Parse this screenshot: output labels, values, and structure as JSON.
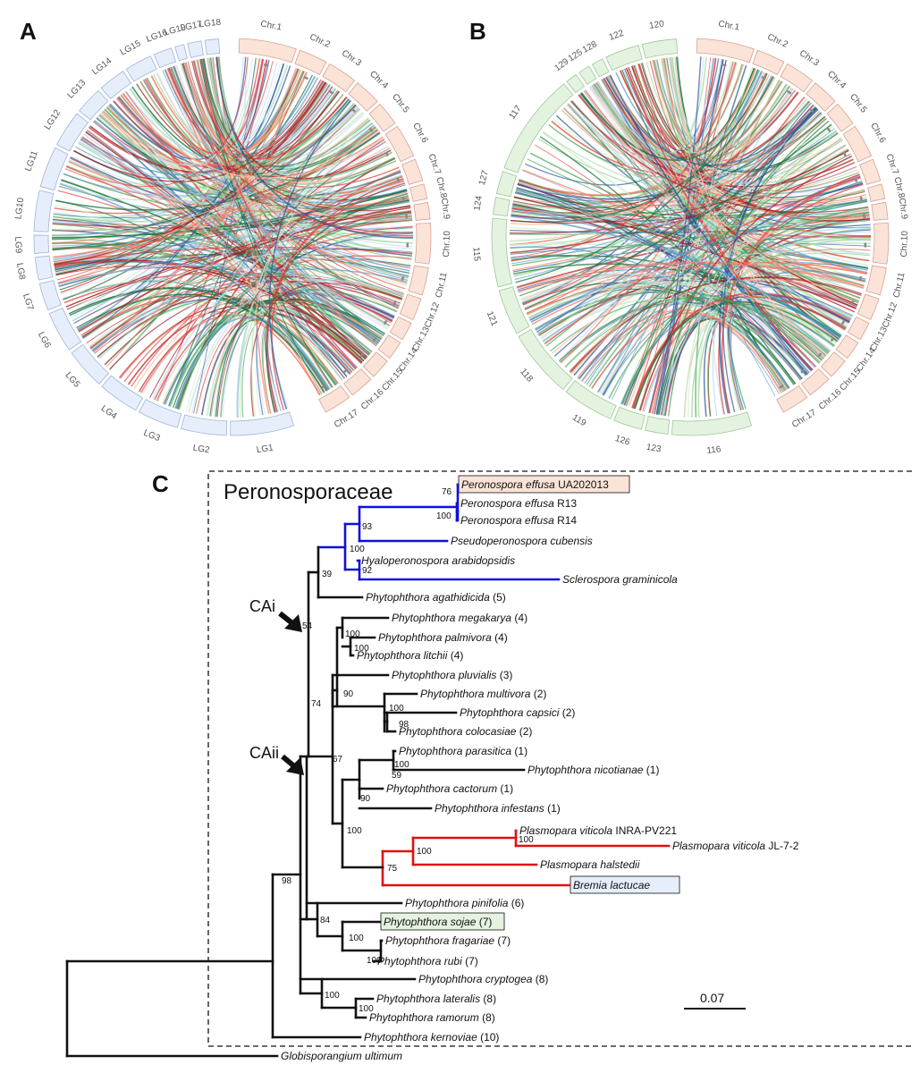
{
  "panels": {
    "a": {
      "letter": "A",
      "chr_labels": [
        "Chr.1",
        "Chr.2",
        "Chr.3",
        "Chr.4",
        "Chr.5",
        "Chr.6",
        "Chr.7",
        "Chr.8",
        "Chr.9",
        "Chr.10",
        "Chr.11",
        "Chr.12",
        "Chr.13",
        "Chr.14",
        "Chr.15",
        "Chr.16",
        "Chr.17"
      ],
      "partner_labels": [
        "LG1",
        "LG2",
        "LG3",
        "LG4",
        "LG5",
        "LG6",
        "LG7",
        "LG8",
        "LG9",
        "LG10",
        "LG11",
        "LG12",
        "LG13",
        "LG14",
        "LG15",
        "LG16",
        "LG19",
        "LG17",
        "LG18"
      ]
    },
    "b": {
      "letter": "B",
      "chr_labels": [
        "Chr.1",
        "Chr.2",
        "Chr.3",
        "Chr.4",
        "Chr.5",
        "Chr.6",
        "Chr.7",
        "Chr.8",
        "Chr.9",
        "Chr.10",
        "Chr.11",
        "Chr.12",
        "Chr.13",
        "Chr.14",
        "Chr.15",
        "Chr.16",
        "Chr.17"
      ],
      "partner_labels": [
        "116",
        "123",
        "126",
        "119",
        "118",
        "121",
        "115",
        "124",
        "127",
        "117",
        "129",
        "125",
        "128",
        "122",
        "120"
      ]
    },
    "c": {
      "letter": "C",
      "family": "Peronosporaceae",
      "clade_i": "CAi",
      "clade_ii": "CAii",
      "scale": "0.07",
      "taxa": [
        {
          "name": "Peronospora effusa",
          "suffix": " UA202013"
        },
        {
          "name": "Peronospora effusa",
          "suffix": " R13"
        },
        {
          "name": "Peronospora effusa",
          "suffix": " R14"
        },
        {
          "name": "Pseudoperonospora cubensis",
          "suffix": ""
        },
        {
          "name": "Hyaloperonospora arabidopsidis",
          "suffix": ""
        },
        {
          "name": "Sclerospora graminicola",
          "suffix": ""
        },
        {
          "name": "Phytophthora agathidicida",
          "suffix": " (5)"
        },
        {
          "name": "Phytophthora megakarya",
          "suffix": " (4)"
        },
        {
          "name": "Phytophthora palmivora",
          "suffix": " (4)"
        },
        {
          "name": "Phytophthora litchii",
          "suffix": " (4)"
        },
        {
          "name": "Phytophthora pluvialis",
          "suffix": " (3)"
        },
        {
          "name": "Phytophthora multivora",
          "suffix": " (2)"
        },
        {
          "name": "Phytophthora capsici",
          "suffix": " (2)"
        },
        {
          "name": "Phytophthora colocasiae",
          "suffix": " (2)"
        },
        {
          "name": "Phytophthora parasitica",
          "suffix": " (1)"
        },
        {
          "name": "Phytophthora nicotianae",
          "suffix": " (1)"
        },
        {
          "name": "Phytophthora cactorum",
          "suffix": " (1)"
        },
        {
          "name": "Phytophthora infestans",
          "suffix": " (1)"
        },
        {
          "name": "Plasmopara viticola",
          "suffix": " INRA-PV221"
        },
        {
          "name": "Plasmopara viticola",
          "suffix": " JL-7-2"
        },
        {
          "name": "Plasmopara halstedii",
          "suffix": ""
        },
        {
          "name": "Bremia lactucae",
          "suffix": ""
        },
        {
          "name": "Phytophthora pinifolia",
          "suffix": " (6)"
        },
        {
          "name": "Phytophthora sojae",
          "suffix": " (7)"
        },
        {
          "name": "Phytophthora fragariae",
          "suffix": " (7)"
        },
        {
          "name": "Phytophthora rubi",
          "suffix": " (7)"
        },
        {
          "name": "Phytophthora cryptogea",
          "suffix": " (8)"
        },
        {
          "name": "Phytophthora lateralis",
          "suffix": " (8)"
        },
        {
          "name": "Phytophthora ramorum",
          "suffix": " (8)"
        },
        {
          "name": "Phytophthora kernoviae",
          "suffix": " (10)"
        },
        {
          "name": "Globisporangium ultimum",
          "suffix": ""
        }
      ],
      "bootstrap": [
        "76",
        "100",
        "93",
        "100",
        "92",
        "39",
        "54",
        "100",
        "100",
        "90",
        "100",
        "98",
        "74",
        "67",
        "59",
        "100",
        "90",
        "100",
        "100",
        "100",
        "75",
        "98",
        "84",
        "100",
        "100",
        "100",
        "100"
      ]
    }
  },
  "colors": {
    "chr_band": "#fbe3d8",
    "lg_band": "#e6eefb",
    "num_band": "#e4f3df",
    "blue_clade": "#1010d8",
    "red_clade": "#e01010",
    "ribbon_palette": [
      "#c7dbef",
      "#9ecae1",
      "#4a8fc4",
      "#1f4e96",
      "#fcbba1",
      "#f4755a",
      "#e0352c",
      "#a50f15",
      "#c7e9c0",
      "#8fd18a",
      "#3f9e55",
      "#0d6b30"
    ]
  }
}
